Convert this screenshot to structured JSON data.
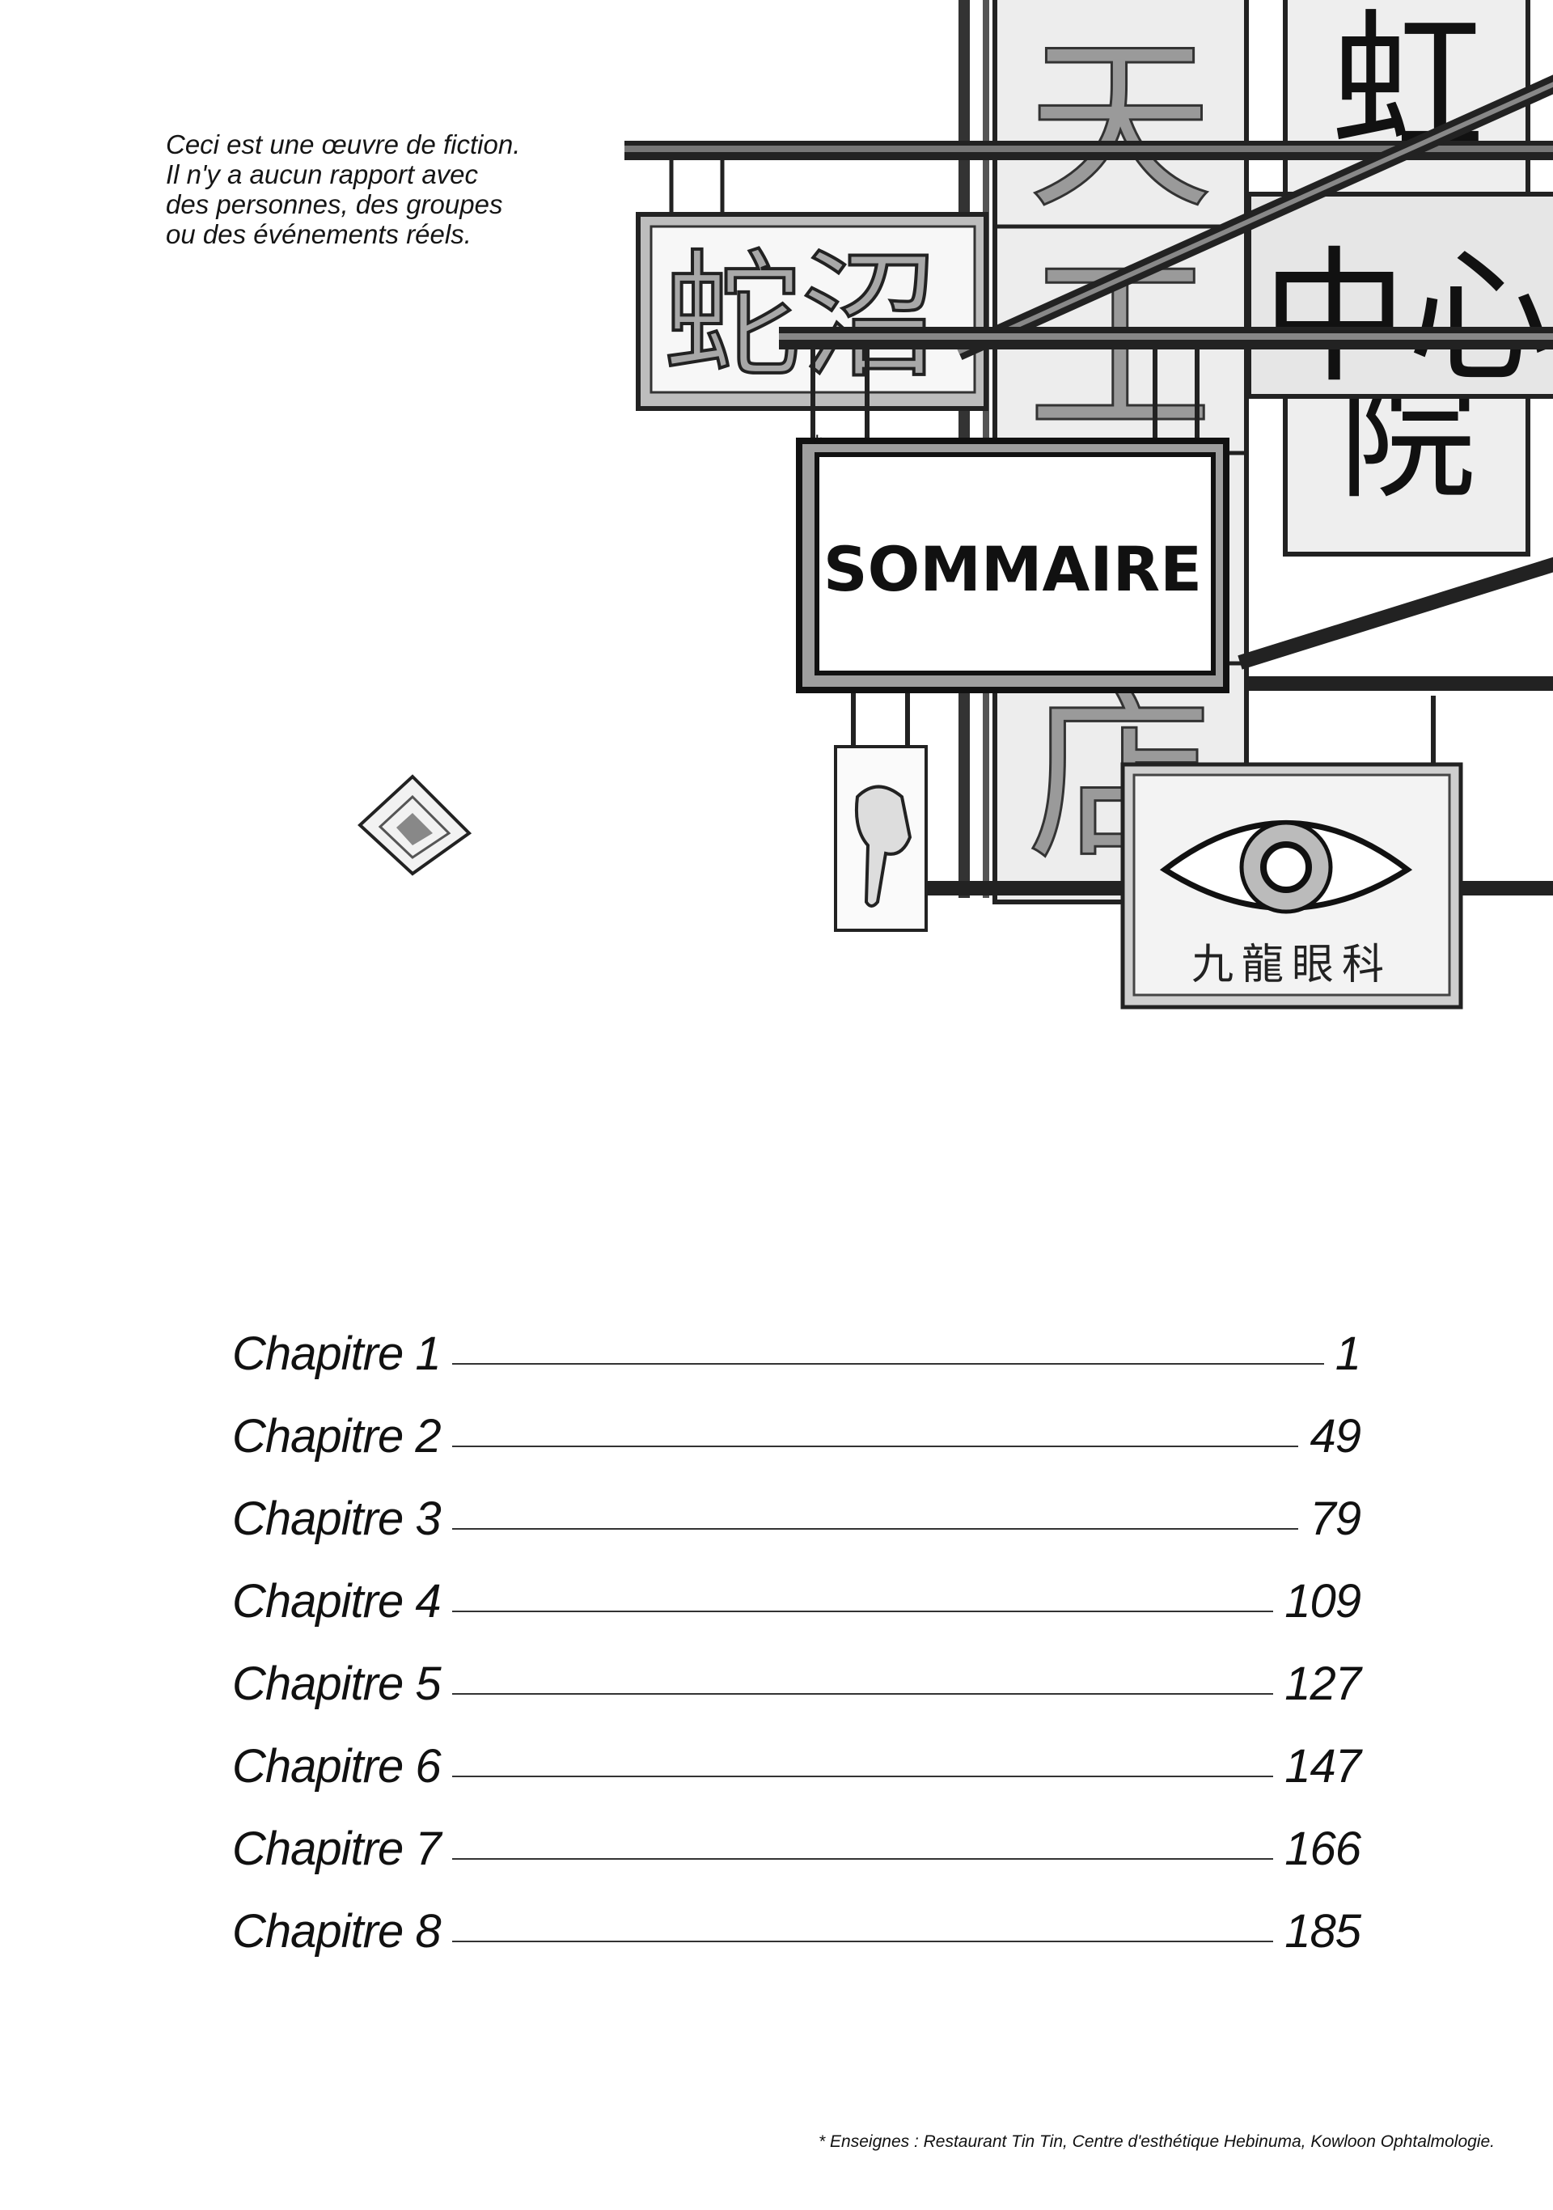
{
  "disclaimer": {
    "lines": [
      "Ceci est une œuvre de fiction.",
      "Il n'y a aucun rapport avec",
      "des personnes, des groupes",
      "ou des événements réels."
    ]
  },
  "header": {
    "title": "SOMMAIRE",
    "asterisk": "*"
  },
  "signs": {
    "tall_sign": [
      "天",
      "王",
      "店"
    ],
    "right_sign_top": "虹",
    "right_sign_mid": "中心",
    "right_sign_low": "院",
    "left_sign": "蛇沼",
    "eye_sign": "九龍眼科"
  },
  "toc": {
    "chapters": [
      {
        "label": "Chapitre 1",
        "page": "1"
      },
      {
        "label": "Chapitre 2",
        "page": "49"
      },
      {
        "label": "Chapitre 3",
        "page": "79"
      },
      {
        "label": "Chapitre 4",
        "page": "109"
      },
      {
        "label": "Chapitre 5",
        "page": "127"
      },
      {
        "label": "Chapitre 6",
        "page": "147"
      },
      {
        "label": "Chapitre 7",
        "page": "166"
      },
      {
        "label": "Chapitre 8",
        "page": "185"
      }
    ]
  },
  "footnote": "* Enseignes : Restaurant Tin Tin, Centre d'esthétique Hebinuma, Kowloon Ophtalmologie."
}
